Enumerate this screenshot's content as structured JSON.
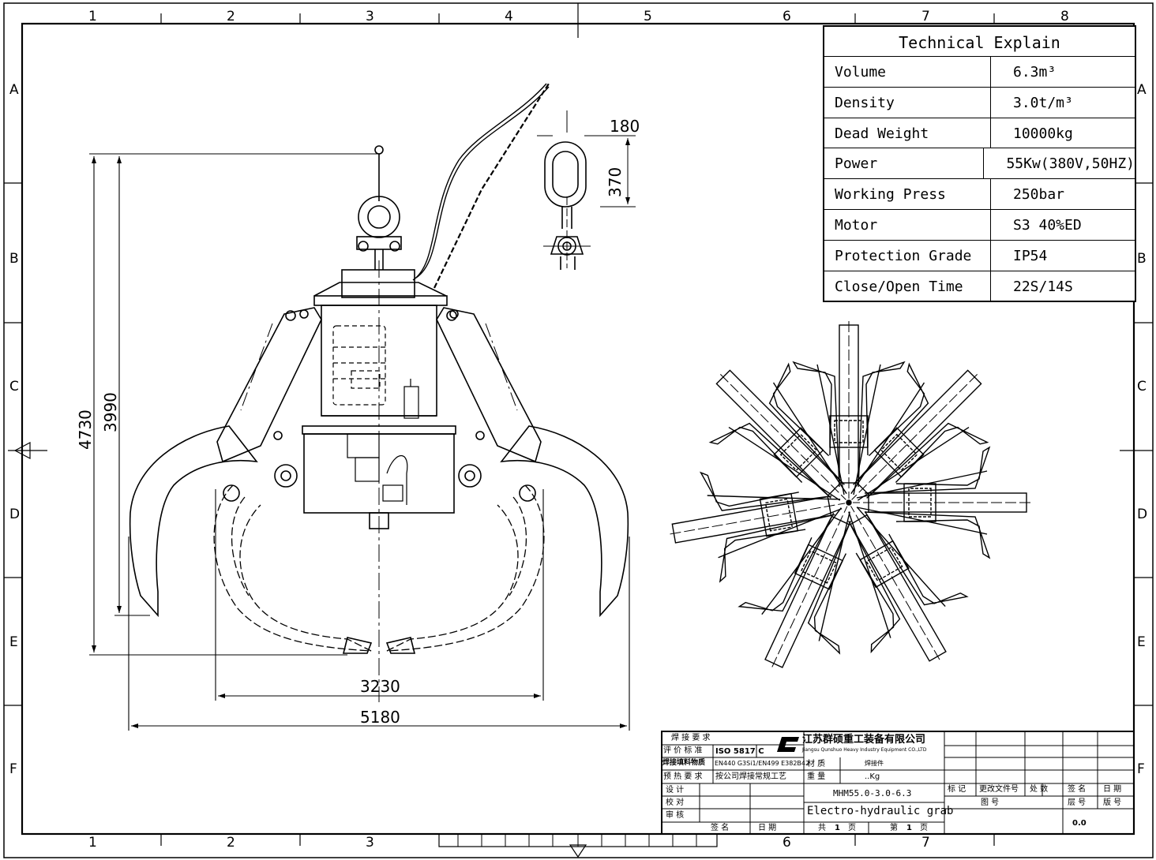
{
  "border": {
    "columns": [
      "1",
      "2",
      "3",
      "4",
      "5",
      "6",
      "7",
      "8"
    ],
    "rows": [
      "A",
      "B",
      "C",
      "D",
      "E",
      "F"
    ]
  },
  "dimensions": {
    "total_height": "4730",
    "hook_height": "3990",
    "chain_width": "180",
    "chain_height": "370",
    "closed_span": "3230",
    "open_span": "5180"
  },
  "specs": {
    "title": "Technical Explain",
    "rows": [
      {
        "label": "Volume",
        "value": "6.3m³"
      },
      {
        "label": "Density",
        "value": "3.0t/m³"
      },
      {
        "label": "Dead Weight",
        "value": "10000kg"
      },
      {
        "label": "Power",
        "value": "55Kw(380V,50HZ)"
      },
      {
        "label": "Working Press",
        "value": "250bar"
      },
      {
        "label": "Motor",
        "value": "S3 40%ED"
      },
      {
        "label": "Protection Grade",
        "value": "IP54"
      },
      {
        "label": "Close/Open Time",
        "value": "22S/14S"
      }
    ]
  },
  "title_block": {
    "weld_req": "焊 接 要 求",
    "eval_std": "评 价 标 准",
    "eval_std_val": "ISO 5817 C",
    "weld_mat": "焊接填料物质",
    "weld_mat_val": "EN440 G3Si1/EN499 E382B42",
    "preheat": "预 热 要 求",
    "preheat_val": "按公司焊接常规工艺",
    "material": "材 质",
    "material_val": "焊接件",
    "weight": "重 量",
    "weight_val": "..Kg",
    "company_cn": "江苏群硕重工装备有限公司",
    "company_en": "Jiangsu Qunshuo Heavy Industry Equipment CO.,LTD",
    "design": "设 计",
    "check": "校 对",
    "review": "审 核",
    "sign": "签 名",
    "date": "日 期",
    "model": "MHM55.0-3.0-6.3",
    "name": "Electro-hydraulic grab",
    "total_pages_label": "共",
    "total_pages": "1",
    "page_unit": "页",
    "page_label": "第",
    "page_num": "1",
    "page_unit2": "页",
    "rev_headers": [
      "标 记",
      "更改文件号",
      "处 数",
      "签 名",
      "日 期"
    ],
    "drawing_no": "图 号",
    "layer_no": "层 号",
    "version_no": "版 号",
    "version_val": "0.0"
  }
}
